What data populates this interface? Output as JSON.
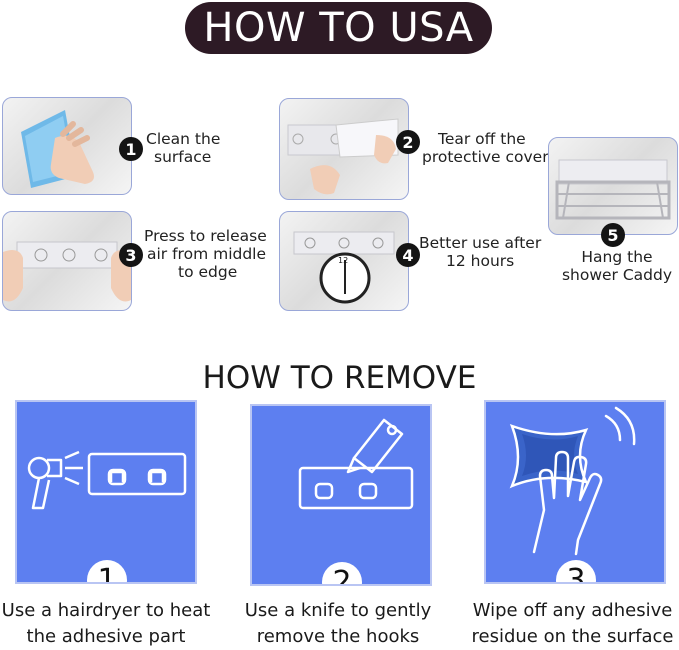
{
  "header": {
    "title": "HOW TO USA"
  },
  "use_steps": [
    {
      "num": "1",
      "text_lines": [
        "Clean the",
        "surface"
      ]
    },
    {
      "num": "2",
      "text_lines": [
        "Tear off the",
        "protective cover"
      ]
    },
    {
      "num": "3",
      "text_lines": [
        "Press to release",
        "air from middle",
        "to edge"
      ]
    },
    {
      "num": "4",
      "text_lines": [
        "Better use after",
        "12 hours"
      ]
    },
    {
      "num": "5",
      "text_lines": [
        "Hang the",
        "shower Caddy"
      ]
    }
  ],
  "clock": {
    "label": "12"
  },
  "remove": {
    "title": "HOW TO REMOVE",
    "steps": [
      {
        "num": "1",
        "text_lines": [
          "Use a hairdryer to heat",
          "the adhesive part"
        ],
        "icon": "hairdryer-icon"
      },
      {
        "num": "2",
        "text_lines": [
          "Use a knife to gently",
          "remove the hooks"
        ],
        "icon": "knife-icon"
      },
      {
        "num": "3",
        "text_lines": [
          "Wipe off any adhesive",
          "residue on the surface"
        ],
        "icon": "wipe-icon"
      }
    ]
  },
  "colors": {
    "banner": "#2d1a25",
    "card": "#5d7ff0",
    "photo_border": "#9aa7d8"
  }
}
